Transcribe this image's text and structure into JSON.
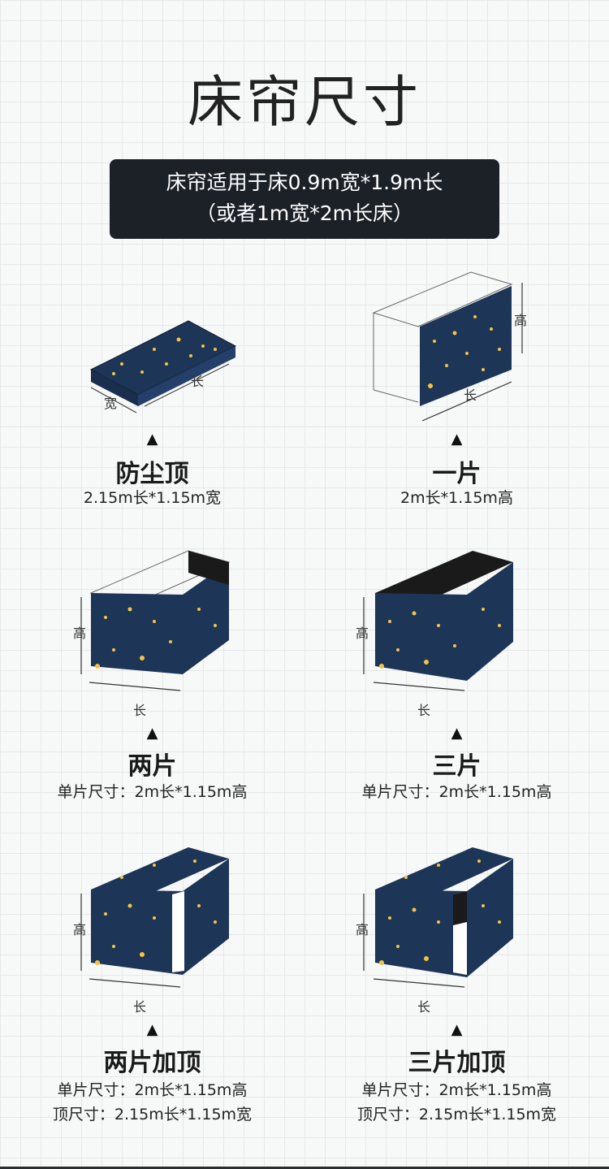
{
  "title": "床帘尺寸",
  "banner": {
    "line1": "床帘适用于床0.9m宽*1.9m长",
    "line2": "（或者1m宽*2m长床）"
  },
  "colors": {
    "fabric": "#1d3557",
    "star": "#f4c542",
    "banner_bg": "#1c2128"
  },
  "dimension_labels": {
    "length": "长",
    "width": "宽",
    "height": "高"
  },
  "arrow_glyph": "▲",
  "items": [
    {
      "name": "防尘顶",
      "spec1": "2.15m长*1.15m宽",
      "spec2": ""
    },
    {
      "name": "一片",
      "spec1": "2m长*1.15m高",
      "spec2": ""
    },
    {
      "name": "两片",
      "spec1": "单片尺寸：2m长*1.15m高",
      "spec2": ""
    },
    {
      "name": "三片",
      "spec1": "单片尺寸：2m长*1.15m高",
      "spec2": ""
    },
    {
      "name": "两片加顶",
      "spec1": "单片尺寸：2m长*1.15m高",
      "spec2": "顶尺寸：2.15m长*1.15m宽"
    },
    {
      "name": "三片加顶",
      "spec1": "单片尺寸：2m长*1.15m高",
      "spec2": "顶尺寸：2.15m长*1.15m宽"
    }
  ]
}
